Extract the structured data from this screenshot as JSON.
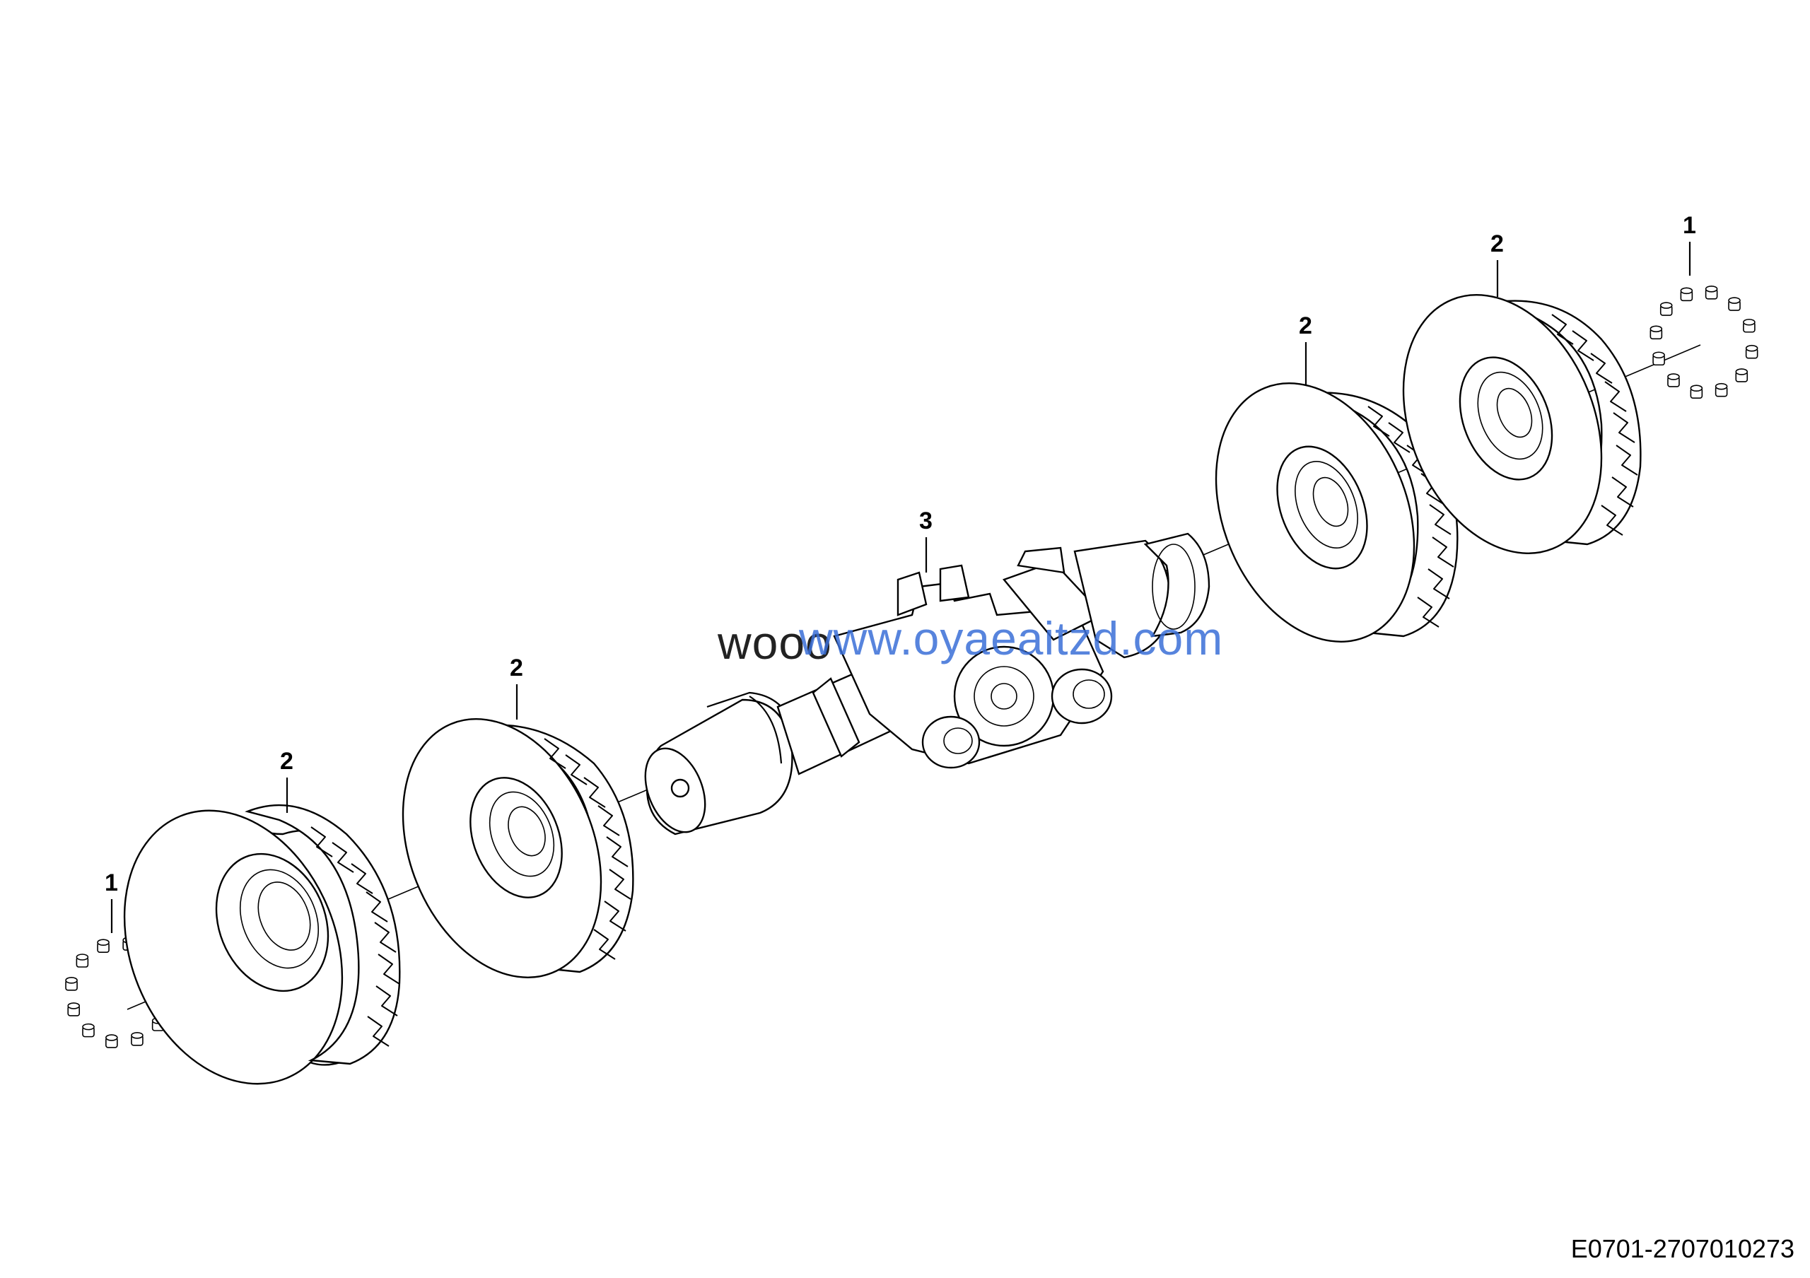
{
  "callouts": {
    "nuts_left": "1",
    "tire_left_outer": "2",
    "tire_left_inner": "2",
    "axle": "3",
    "tire_right_inner": "2",
    "tire_right_outer": "2",
    "nuts_right": "1"
  },
  "watermark": {
    "back_text": "wooo",
    "front_text": "www.oyaeaitzd.com",
    "back_color": "#222222",
    "front_color": "#3a6fd8"
  },
  "drawing_code": "E0701-2707010273"
}
